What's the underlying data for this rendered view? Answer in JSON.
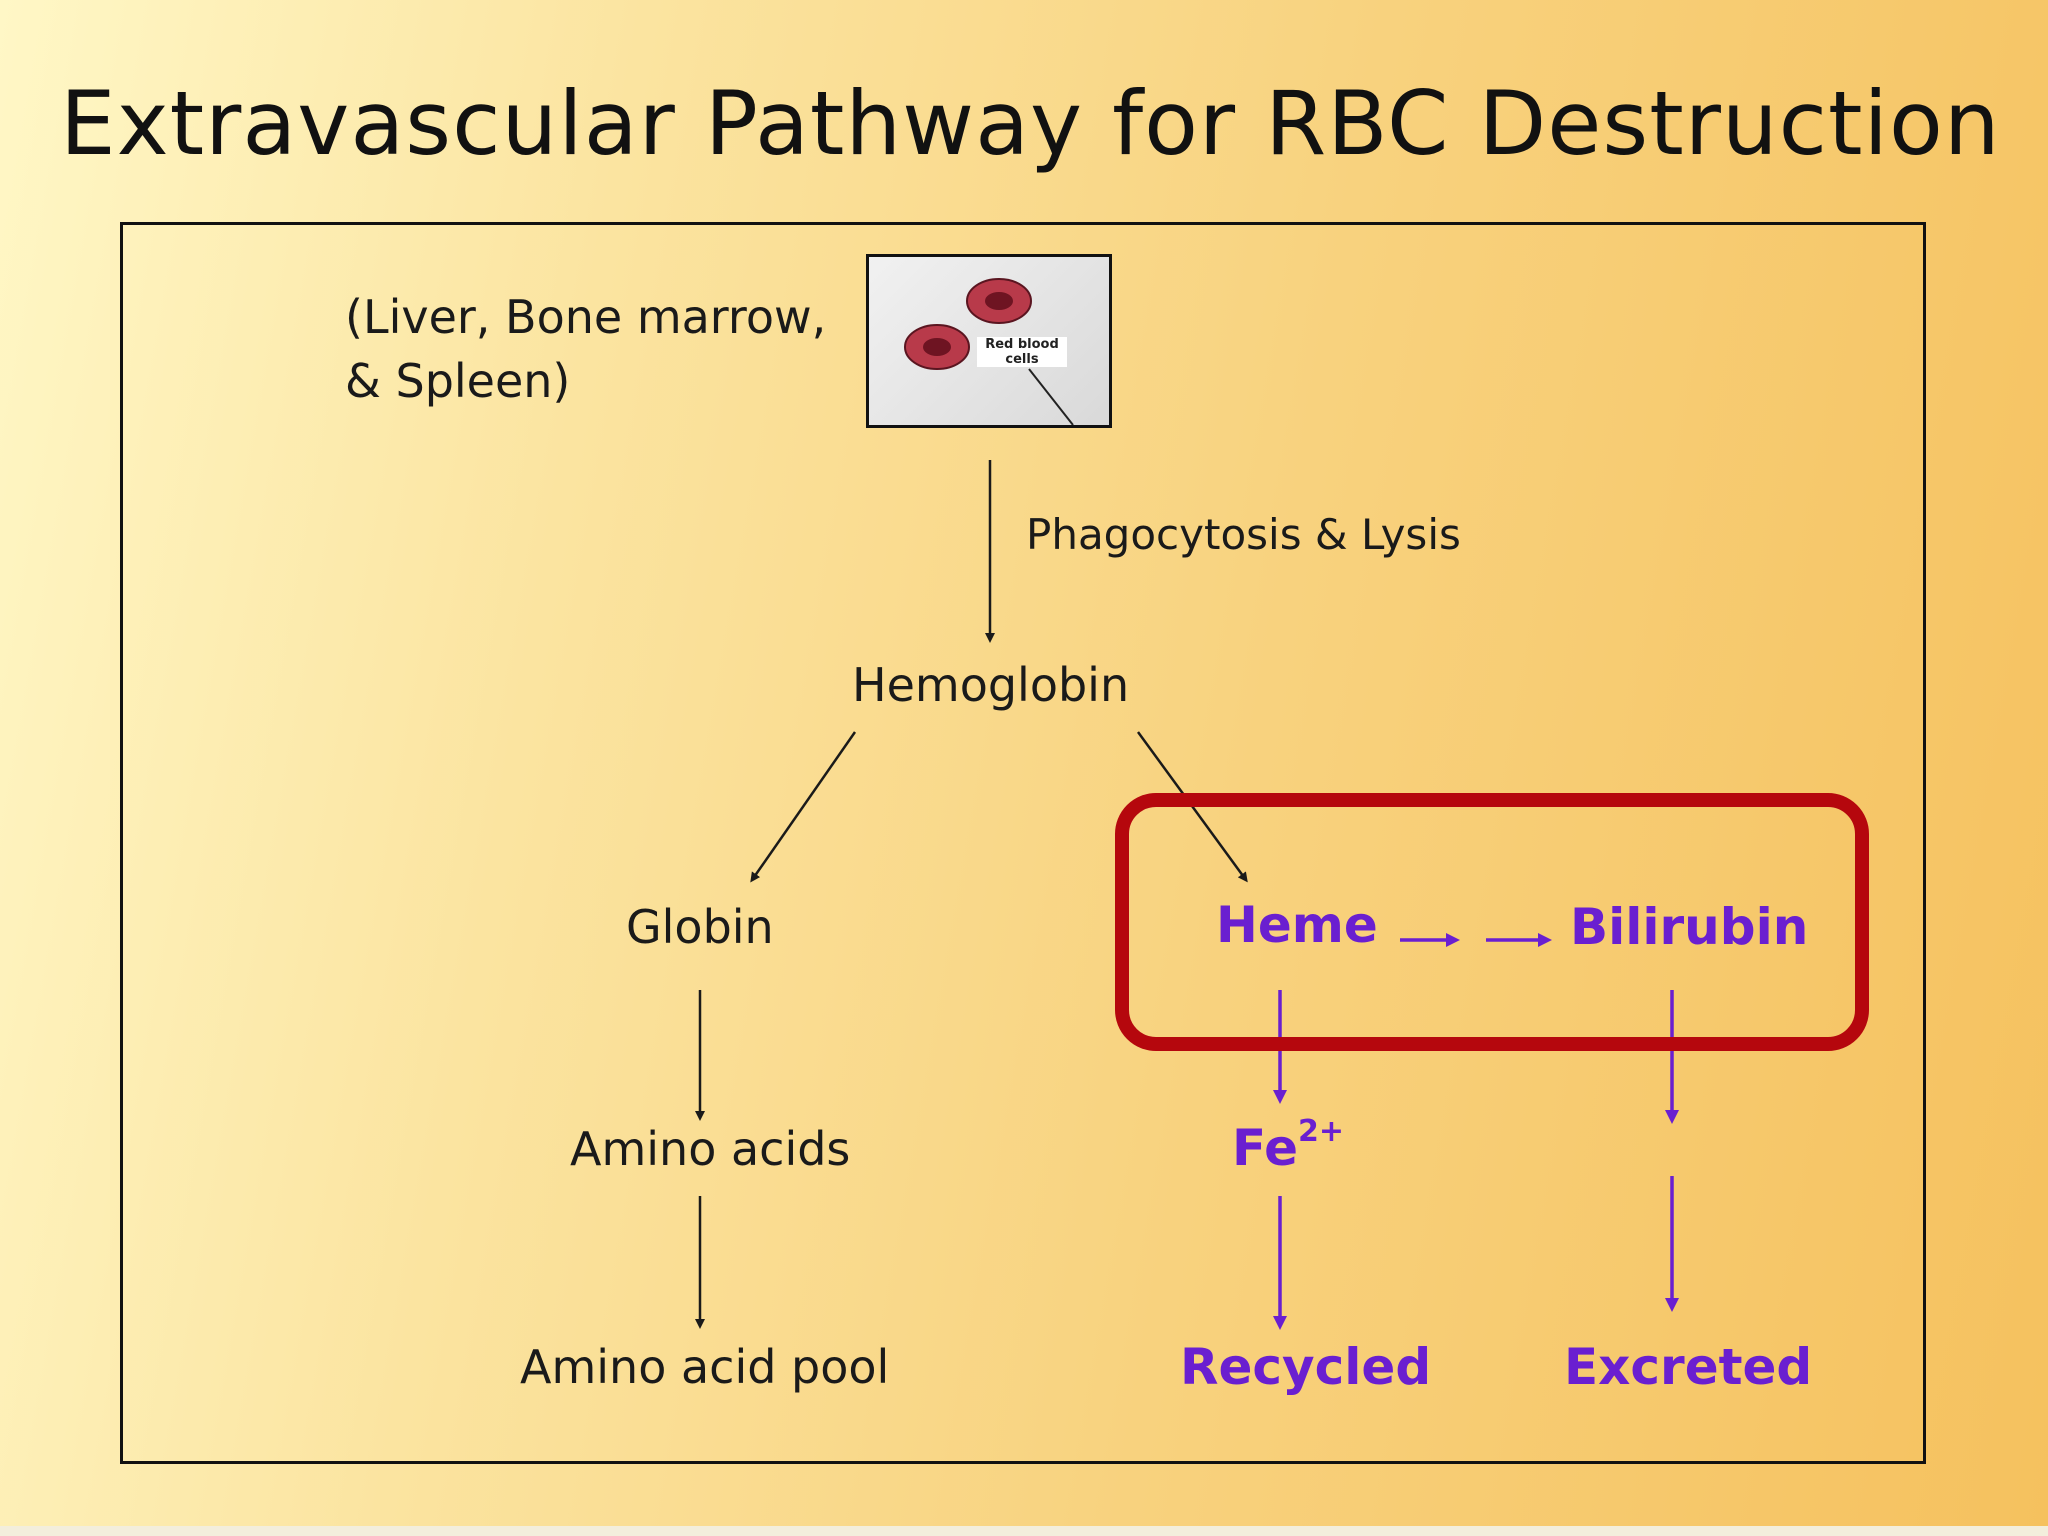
{
  "title": "Extravascular Pathway for RBC Destruction",
  "location": {
    "line1": "(Liver, Bone marrow,",
    "line2": "& Spleen)"
  },
  "rbc_image": {
    "caption_line1": "Red blood",
    "caption_line2": "cells"
  },
  "process_label": "Phagocytosis & Lysis",
  "nodes": {
    "hemoglobin": "Hemoglobin",
    "globin": "Globin",
    "amino_acids": "Amino acids",
    "amino_acid_pool": "Amino acid pool",
    "heme": "Heme",
    "bilirubin": "Bilirubin",
    "fe": "Fe",
    "fe_charge": "2+",
    "recycled": "Recycled",
    "excreted": "Excreted"
  },
  "colors": {
    "pathway_purple": "#6a1fd0",
    "highlight_red": "#b5070d",
    "ink": "#1a1a1a"
  }
}
